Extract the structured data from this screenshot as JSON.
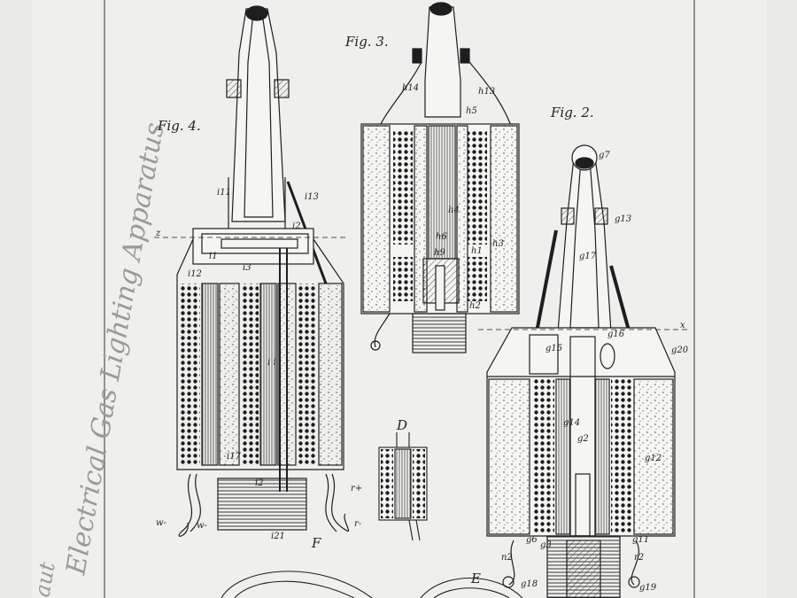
{
  "figures": {
    "fig4": "Fig. 4.",
    "fig3": "Fig. 3.",
    "fig2": "Fig. 2.",
    "d": "D",
    "f": "F",
    "e": "E"
  },
  "parts": {
    "fig4": [
      "i11",
      "i13",
      "z",
      "i2",
      "i1",
      "i3",
      "i12",
      "i i",
      "i17",
      "i2",
      "r+",
      "w-",
      "w-",
      "r-",
      "i21"
    ],
    "fig3": [
      "h14",
      "h13",
      "h5",
      "h4",
      "h6",
      "h3",
      "h9",
      "h1",
      "h2"
    ],
    "fig2": [
      "g7",
      "g13",
      "g17",
      "x",
      "g16",
      "g15",
      "g20",
      "g12",
      "g2",
      "g11",
      "g6",
      "g3",
      "g14",
      "n2",
      "r2",
      "g18",
      "g19"
    ]
  },
  "inscription": "Electrical Gas Lighting Apparatus",
  "inscription_margin": "aut",
  "colors": {
    "paper": "#efefed",
    "ink": "#1e1e1e",
    "faint": "#9a9a98"
  }
}
